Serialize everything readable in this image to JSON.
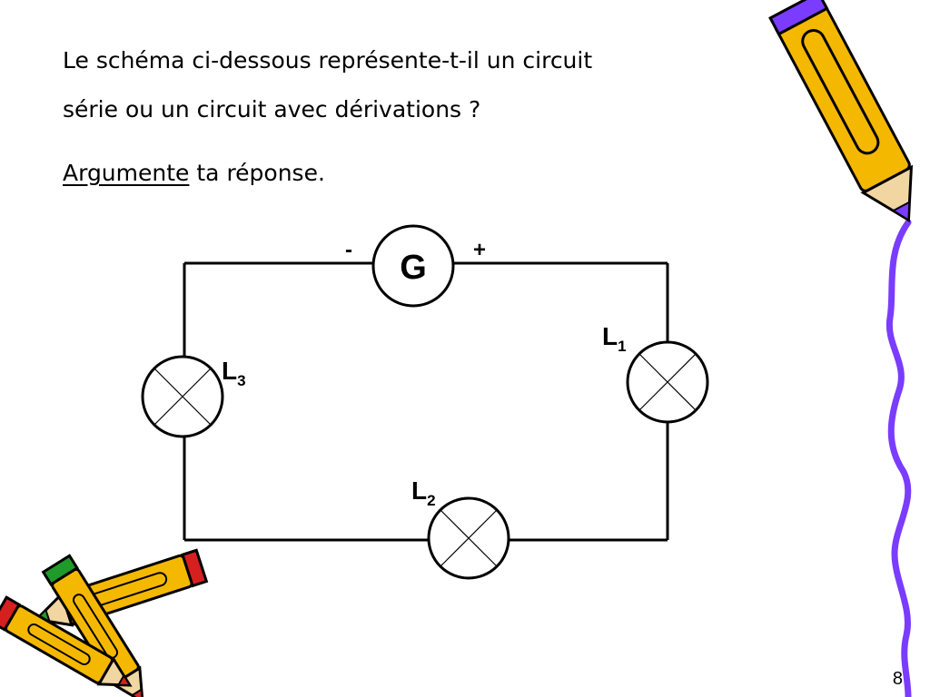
{
  "question": {
    "line1": "Le schéma ci-dessous représente-t-il un circuit",
    "line2": "série ou un circuit avec dérivations ?",
    "line3_underlined": "Argumente",
    "line3_rest": " ta réponse."
  },
  "circuit": {
    "generator": {
      "symbol": "G",
      "minus": "-",
      "plus": "+"
    },
    "lamps": [
      {
        "letter": "L",
        "index": "1"
      },
      {
        "letter": "L",
        "index": "2"
      },
      {
        "letter": "L",
        "index": "3"
      }
    ]
  },
  "decorations": {
    "pencil_colors": [
      "#f5b800",
      "#7a3cff",
      "#d62020",
      "#1f9b2a"
    ],
    "wavy_line_color": "#7a3cff"
  },
  "slide_number": "8"
}
